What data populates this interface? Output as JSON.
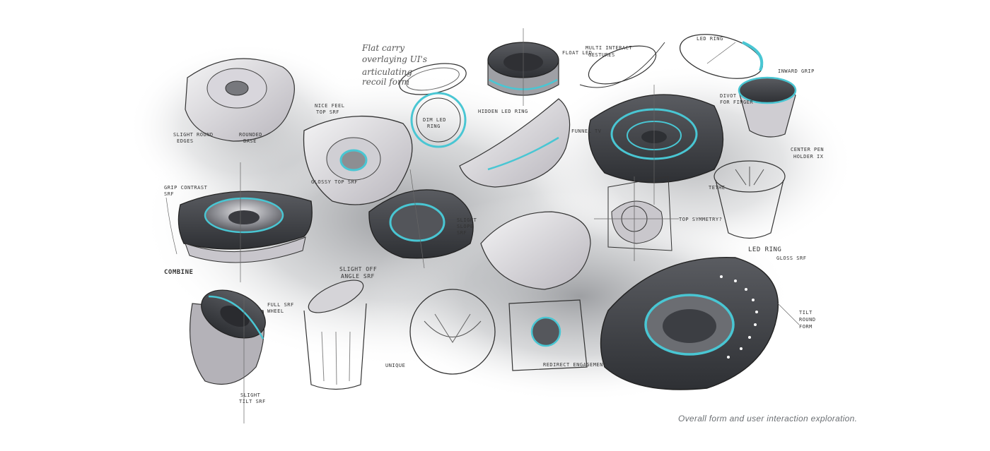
{
  "caption": "Overall form and user interaction exploration.",
  "colors": {
    "accent": "#49c6d3",
    "dark": "#3b3d42",
    "paper": "#ffffff"
  },
  "annotations": {
    "flat_carry_1": "Flat carry",
    "flat_carry_2": "overlaying UI's",
    "flat_carry_3": "articulating",
    "flat_carry_4": "recoil form",
    "multi_gestures_1": "MULTI INTERACT",
    "multi_gestures_2": "GESTURES",
    "led_ring_top": "LED RING",
    "inward_grip": "INWARD GRIP",
    "slight_round_1": "SLIGHT ROUND",
    "slight_round_2": "EDGES",
    "rounded_base_1": "ROUNDED",
    "rounded_base_2": "BASE",
    "nice_feel_1": "NICE FEEL",
    "nice_feel_2": "TOP SRF",
    "dim_led_1": "DIM LED",
    "dim_led_2": "RING",
    "hidden_led": "HIDDEN LED RING",
    "float_led": "FLOAT LED",
    "divot_1": "DIVOT",
    "divot_2": "FOR FINGER",
    "funnel_tv": "FUNNEL TV",
    "grip_contrast_1": "GRIP CONTRAST",
    "grip_contrast_2": "SRF",
    "glossy_top": "GLOSSY TOP SRF",
    "center_1": "CENTER PEN",
    "center_2": "HOLDER IX",
    "tethe": "TETHE",
    "top_symmetry": "TOP SYMMETRY?",
    "slight_slope_1": "SLIGHT",
    "slight_slope_2": "SLOPE",
    "slight_slope_3": "SRF",
    "combine": "COMBINE",
    "full_srf_1": "FULL SRF",
    "full_srf_2": "WHEEL",
    "slight_off_1": "SLIGHT OFF",
    "slight_off_2": "ANGLE SRF",
    "led_ring": "LED RING",
    "gloss_srf": "GLOSS SRF",
    "tilt_1": "TILT",
    "tilt_2": "ROUND",
    "tilt_3": "FORM",
    "unique": "UNIQUE",
    "redirect": "REDIRECT ENGAGEMENT",
    "slight_tilt_1": "SLIGHT",
    "slight_tilt_2": "TILT SRF"
  }
}
